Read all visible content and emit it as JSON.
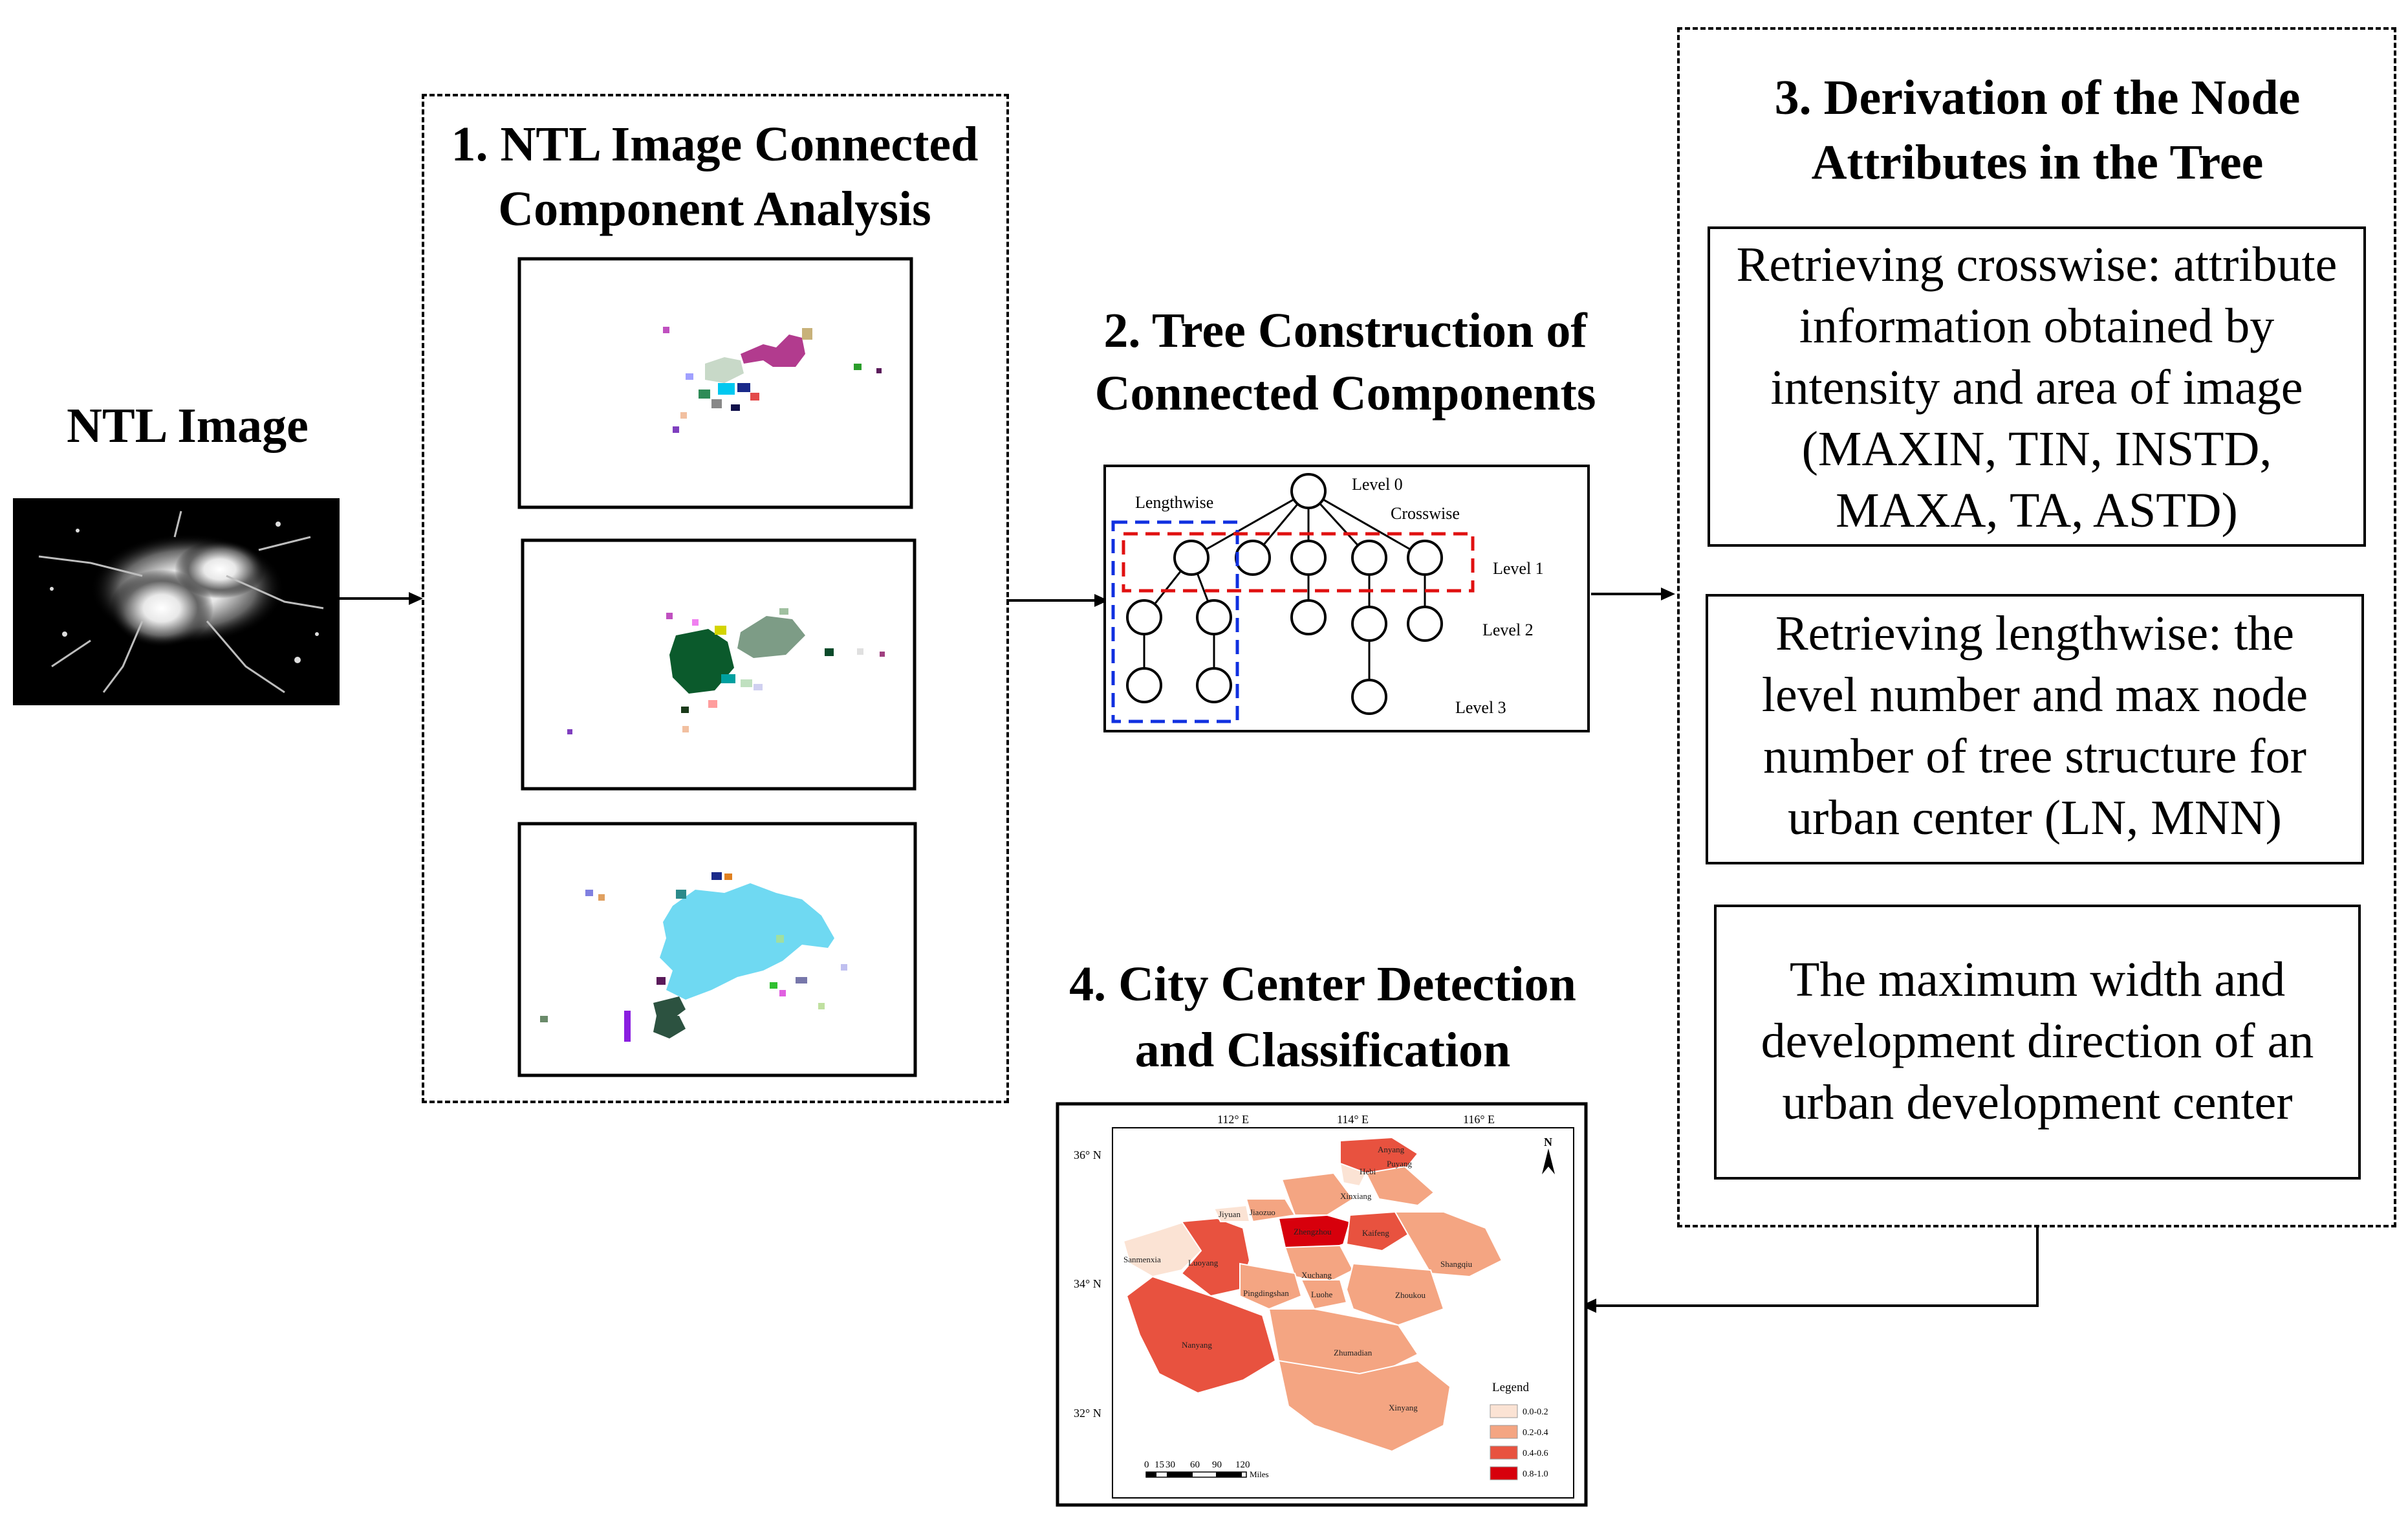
{
  "ntl": {
    "title": "NTL Image"
  },
  "step1": {
    "title_line1": "1. NTL Image Connected",
    "title_line2": "Component Analysis"
  },
  "step2": {
    "title_line1": "2. Tree Construction of",
    "title_line2": "Connected Components",
    "tree": {
      "level0": "Level 0",
      "level1": "Level 1",
      "level2": "Level 2",
      "level3": "Level 3",
      "lengthwise": "Lengthwise",
      "crosswise": "Crosswise"
    }
  },
  "step3": {
    "title_line1": "3. Derivation of the Node",
    "title_line2": "Attributes in the Tree",
    "box1": [
      "Retrieving crosswise: attribute",
      "information obtained by",
      "intensity and area of image",
      "(MAXIN, TIN, INSTD,",
      "MAXA, TA, ASTD)"
    ],
    "box2": [
      "Retrieving lengthwise: the",
      "level number and max node",
      "number of tree structure for",
      "urban center (LN, MNN)"
    ],
    "box3": [
      "The maximum width and",
      "development direction of an",
      "urban development center"
    ]
  },
  "step4": {
    "title_line1": "4. City Center Detection",
    "title_line2": "and Classification",
    "map": {
      "lon_labels": [
        "112° E",
        "114° E",
        "116° E"
      ],
      "lat_labels": [
        "36° N",
        "34° N",
        "32° N"
      ],
      "north": "N",
      "legend_title": "Legend",
      "legend": [
        {
          "label": "0.0-0.2",
          "color": "#fbe3d4"
        },
        {
          "label": "0.2-0.4",
          "color": "#f4a582"
        },
        {
          "label": "0.4-0.6",
          "color": "#e8523f"
        },
        {
          "label": "0.8-1.0",
          "color": "#d7000c"
        }
      ],
      "scale_labels": [
        "0",
        "15",
        "30",
        "60",
        "90",
        "120"
      ],
      "scale_unit": "Miles",
      "cities": [
        "Anyang",
        "Hebi",
        "Puyang",
        "Xinxiang",
        "Jiyuan",
        "Jiaozuo",
        "Zhengzhou",
        "Kaifeng",
        "Sanmenxia",
        "Luoyang",
        "Xuchang",
        "Shangqiu",
        "Pingdingshan",
        "Luohe",
        "Zhoukou",
        "Nanyang",
        "Zhumadian",
        "Xinyang"
      ]
    }
  },
  "colors": {
    "lengthwise_box": "#1030e0",
    "crosswise_box": "#e01010",
    "component_cyan": "#6fd9f2",
    "component_green": "#0b5a2c",
    "component_magenta": "#b23b8e"
  }
}
